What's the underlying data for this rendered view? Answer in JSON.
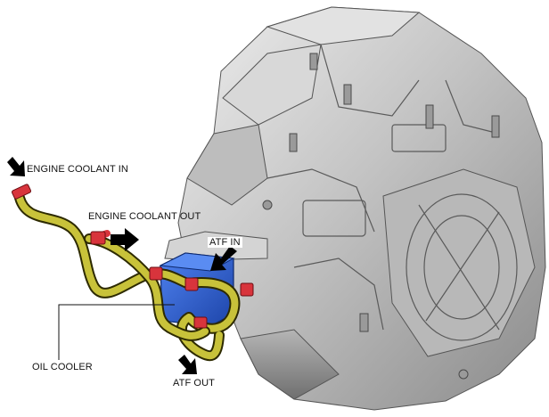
{
  "labels": {
    "engine_coolant_in": "ENGINE COOLANT IN",
    "engine_coolant_out": "ENGINE COOLANT OUT",
    "atf_in": "ATF IN",
    "oil_cooler": "OIL COOLER",
    "atf_out": "ATF OUT"
  },
  "colors": {
    "transmission_body": "#c9c9c9",
    "transmission_shadow": "#8c8c8c",
    "oil_cooler": "#2e62d8",
    "hose": "#c8c23a",
    "clamp": "#d8343c",
    "arrow": "#000000",
    "text": "#111111"
  },
  "icons": {
    "coolant_in_arrow": "arrow-down-right-icon",
    "coolant_out_arrow": "arrow-right-icon",
    "atf_in_arrow": "arrow-left-down-icon",
    "atf_out_arrow": "arrow-down-right-icon"
  }
}
